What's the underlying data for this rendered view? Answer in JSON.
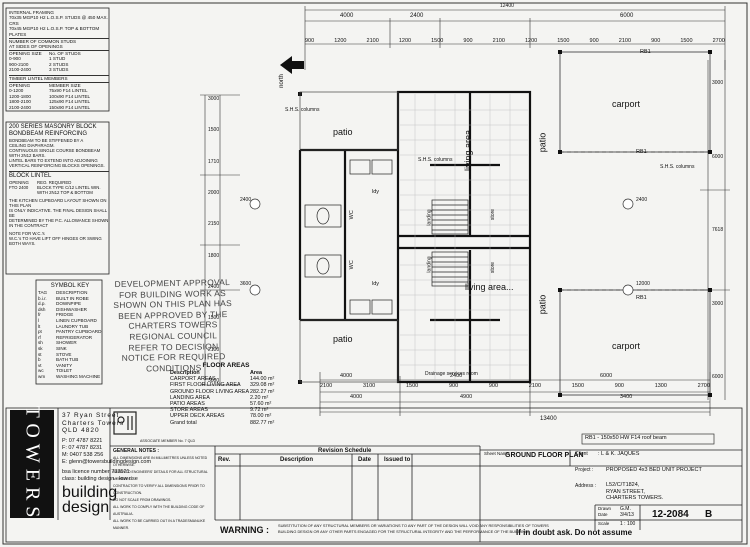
{
  "sheet_title_top": "12400",
  "framing_notes": {
    "heading": "INTERNAL FRAMING",
    "lines": [
      "70x35 MGP10 H2 L.O.S.P. STUDS @ 450 MAX. CRS",
      "70x45 MGP10 H2 L.O.S.P. TOP & BOTTOM PLATES"
    ],
    "studs_heading": [
      "NUMBER OF COMMON STUDS",
      "AT SIDES OF OPENINGS"
    ],
    "studs_cols": [
      "OPENING SIZE",
      "No. OF STUDS"
    ],
    "studs_rows": [
      [
        "0-900",
        "1 STUD"
      ],
      [
        "900-2100",
        "2 STUDS"
      ],
      [
        "2100-2400",
        "3 STUDS"
      ]
    ],
    "lintel_heading": "TIMBER LINTEL MEMBERS",
    "lintel_cols": [
      "OPENING",
      "MEMBER SIZE"
    ],
    "lintel_rows": [
      [
        "0-1200",
        "75x90 F14 LINTEL"
      ],
      [
        "1200-1800",
        "100x90 F14 LINTEL"
      ],
      [
        "1800-2100",
        "125x90 F14 LINTEL"
      ],
      [
        "2100-2400",
        "150x90 F14 LINTEL"
      ]
    ]
  },
  "masonry": {
    "heading": [
      "200 SERIES MASONRY BLOCK",
      "BONDBEAM REINFORCING"
    ],
    "lines": [
      "BONDBEAM TO BE STIFFENED BY A",
      "CEILING DIAPHRAGM.",
      "CONTINUOUS SINGLE COURSE BONDBEAM",
      "WITH 2N12 BARS.",
      "LINTEL BARS TO EXTEND INTO ADJOINING",
      "VERTICAL REINFORCING BLOCKS OPENINGS."
    ],
    "lintel_heading": "BLOCK LINTEL",
    "lintel_rows": [
      [
        "OPENING",
        "REO. REQUIRED"
      ],
      [
        "FTO 2400",
        "BLOCK TYPE C/12 LINTEL WIN.",
        "WITH 2N12 TOP & BOTTOM"
      ]
    ],
    "note": [
      "THE KITCHEN CUPBOARD LAYOUT SHOWN ON THIS PLAN",
      "IS ONLY INDICATIVE. THE FINAL DESIGN SHALL BE",
      "DETERMINED BY THE P.C. ALLOWANCE SHOWN",
      "IN THE CONTRACT"
    ],
    "note2": [
      "NOTE FOR W.C.'s",
      "W.C.'s TO HAVE LIFT OFF HINGES OR SWING BOTH WAYS."
    ]
  },
  "stamp_lines": [
    "DEVELOPMENT APPROVAL",
    "FOR BUILDING WORK AS",
    "SHOWN ON THIS PLAN HAS",
    "BEEN APPROVED BY THE",
    "CHARTERS TOWERS",
    "REGIONAL COUNCIL",
    "REFER TO DECISION",
    "NOTICE FOR REQUIRED",
    "CONDITIONS"
  ],
  "symbol_key": {
    "heading": "SYMBOL KEY",
    "cols": [
      "TAG",
      "DESCRIPTION"
    ],
    "rows": [
      [
        "b.i.r.",
        "BUILT IN ROBE"
      ],
      [
        "d.p.",
        "DOWNPIPE"
      ],
      [
        "dsh",
        "DISHWASHER"
      ],
      [
        "fr",
        "FRIDGE"
      ],
      [
        "l",
        "LINEN CUPBOARD"
      ],
      [
        "lt",
        "LAUNDRY TUB"
      ],
      [
        "pt",
        "PANTRY CUPBOARD"
      ],
      [
        "rf",
        "REFRIGERATOR"
      ],
      [
        "sh",
        "SHOWER"
      ],
      [
        "sk",
        "SINK"
      ],
      [
        "st",
        "STOVE"
      ],
      [
        "b",
        "BATH TUB"
      ],
      [
        "vt",
        "VANITY"
      ],
      [
        "wc",
        "TOILET"
      ],
      [
        "wm",
        "WASHING MACHINE"
      ]
    ]
  },
  "floor_areas": {
    "heading": "FLOOR AREAS",
    "cols": [
      "Description",
      "Area"
    ],
    "rows": [
      [
        "CARPORT AREAS",
        "144.00 m²"
      ],
      [
        "FIRST FLOOR LIVING AREA",
        "329.08 m²"
      ],
      [
        "GROUND FLOOR LIVING AREA",
        "282.27 m²"
      ],
      [
        "LANDING AREA",
        "2.20 m²"
      ],
      [
        "PATIO AREAS",
        "57.60 m²"
      ],
      [
        "STORE AREAS",
        "9.72 m²"
      ],
      [
        "UPPER DECK AREAS",
        "78.00 m²"
      ],
      [
        "Grand total",
        "882.77 m²"
      ]
    ]
  },
  "plan_labels": {
    "north": "north",
    "patio": "patio",
    "living": "living area",
    "living2": "living area...",
    "carport": "carport",
    "sub_columns": "S.H.S. columns",
    "rb1": "RB1",
    "landing": "landing",
    "store": "store",
    "wc": "WC",
    "laundry": "ldy",
    "drainage": "Drainage services room",
    "rb_note": "RB1 - 150x50 HW F14 roof beam",
    "dims_top": [
      "4000",
      "2400",
      "6000"
    ],
    "dims_top2": [
      "900",
      "1200",
      "2100",
      "1200",
      "1500",
      "900",
      "2100",
      "1200",
      "1500",
      "900",
      "2100",
      "900",
      "1500",
      "2700"
    ],
    "dims_bottom": [
      "4000",
      "2400",
      "6000"
    ],
    "dims_bottom2": [
      "2100",
      "3100",
      "1500",
      "900",
      "900",
      "2100",
      "1500",
      "900",
      "1300",
      "2700"
    ],
    "dims_bottom3": [
      "4000",
      "4900",
      "3400"
    ],
    "total_width": "13400",
    "dims_left": [
      "3000",
      "1500",
      "1710",
      "2000",
      "2150",
      "1800",
      "2400",
      "1500",
      "2100",
      "3000"
    ],
    "dims_right": [
      "3000",
      "6000",
      "7618",
      "3000",
      "6000"
    ],
    "mid_dims": [
      "2400",
      "3600",
      "2400",
      "12000"
    ]
  },
  "contact": {
    "brand_vertical": "TOWERS",
    "address": [
      "37 Ryan Street",
      "Charters Towers",
      "QLD       4820"
    ],
    "phone": [
      "P:    07 4787 8221",
      "F:    07 4787 8231",
      "M:    0407 538 256",
      "E: glenn@towersbuildingdesign.com"
    ],
    "licence": [
      "bsa licence number 733521",
      "class: building design - low rise"
    ],
    "logo_text": [
      "building",
      "design"
    ],
    "assoc": "ASSOCIATE MEMBER No. 7 QLD"
  },
  "general_notes": {
    "heading": "GENERAL NOTES :",
    "lines": [
      "ALL DIMENSIONS ARE IN MILLIMETRES UNLESS NOTED OTHERWISE.",
      "REFER TO ENGINEERS' DETAILS FOR ALL STRUCTURAL MEMBERS.",
      "CONTRACTOR TO VERIFY ALL DIMENSIONS PRIOR TO CONSTRUCTION.",
      "DO NOT SCALE FROM DRAWINGS.",
      "ALL WORK TO COMPLY WITH THE BUILDING CODE OF AUSTRALIA.",
      "ALL WORK TO BE CARRIED OUT IN A TRADESMANLIKE MANNER."
    ]
  },
  "revision": {
    "heading": "Revision Schedule",
    "cols": [
      "Rev.",
      "Description",
      "Date",
      "Issued to"
    ]
  },
  "sheet_info": {
    "sheet_label": "Sheet Name",
    "sheet_name": "GROUND FLOOR PLAN",
    "client_label": "Client",
    "client": ": L & K. JAQUES",
    "project_label": "Project :",
    "project": "PROPOSED 4x3 BED UNIT PROJECT",
    "address_label": "Address :",
    "address": [
      "L52/C/T1824,",
      "RYAN STREET,",
      "CHARTERS TOWERS."
    ],
    "drawn_label": "Drawn",
    "drawn": "G.M.",
    "date_label": "Date",
    "date": "3/4/13",
    "scale_label": "Scale",
    "scale": "1 : 100",
    "drawing_number": "12-2084",
    "revision_letter": "B"
  },
  "warning": {
    "label": "WARNING :",
    "text": [
      "SUBSTITUTION OF ANY STRUCTURAL MEMBERS OR VARIATIONS TO ANY PART OF THE DESIGN WILL VOID ANY RESPONSIBILITIES OF TOWERS",
      "BUILDING DESIGN OR ANY OTHER PARTS ENGAGED FOR THE STRUCTURAL INTEGRITY AND THE PERFORMANCE OF THE BUILDING."
    ],
    "doubt": "If in doubt ask. Do not assume"
  }
}
